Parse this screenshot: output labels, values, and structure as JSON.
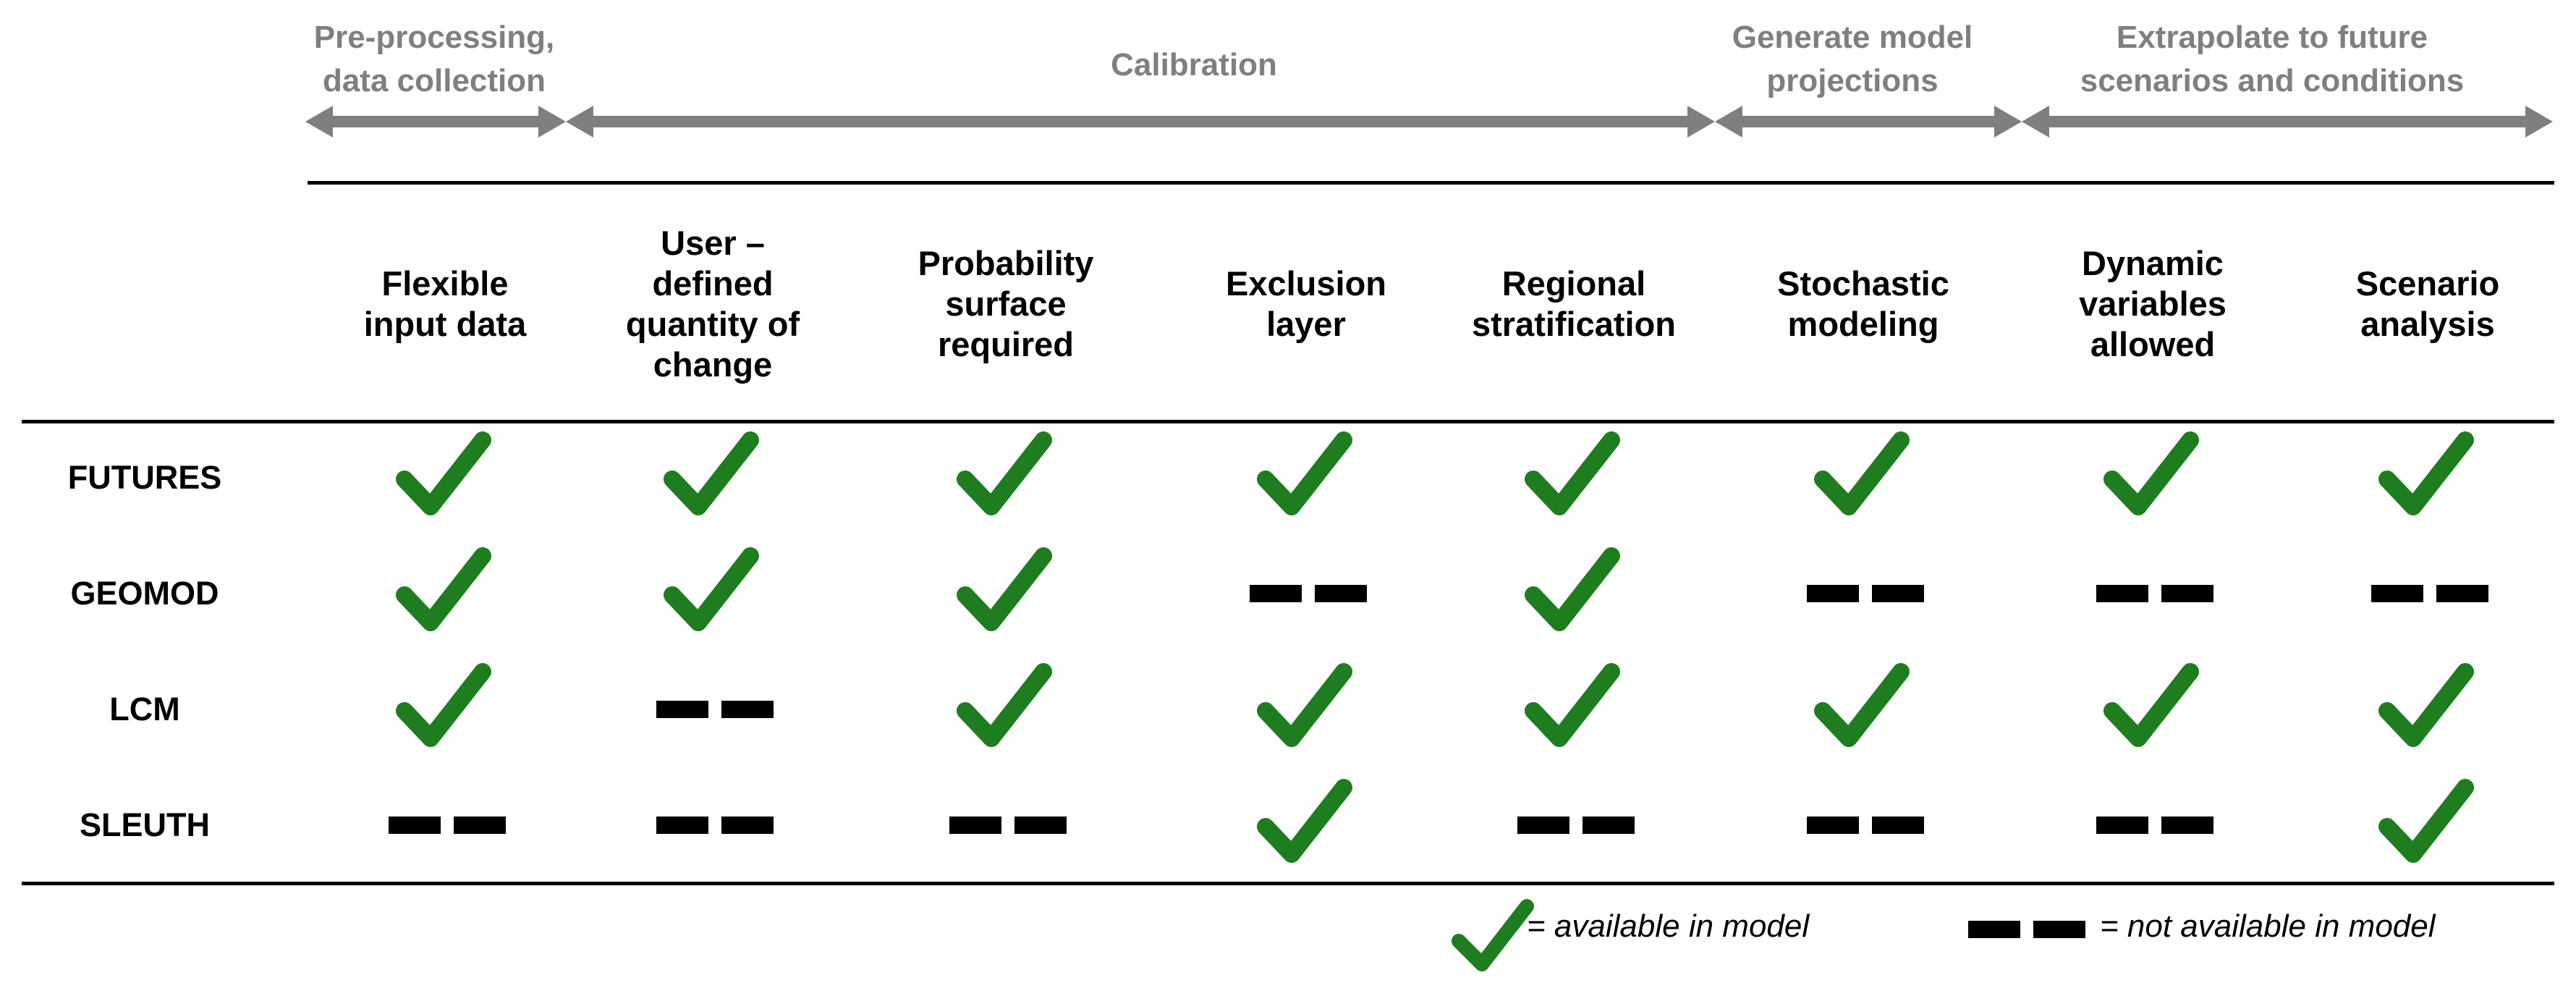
{
  "phases": [
    {
      "label": "Pre-processing,\ndata collection"
    },
    {
      "label": "Calibration"
    },
    {
      "label": "Generate model\nprojections"
    },
    {
      "label": "Extrapolate to future\nscenarios and conditions"
    }
  ],
  "columns": [
    "Flexible input data",
    "User – defined quantity of change",
    "Probability surface required",
    "Exclusion layer",
    "Regional stratification",
    "Stochastic modeling",
    "Dynamic variables allowed",
    "Scenario analysis"
  ],
  "column_lines": [
    [
      "Flexible",
      "input data"
    ],
    [
      "User –",
      "defined",
      "quantity of",
      "change"
    ],
    [
      "Probability",
      "surface",
      "required"
    ],
    [
      "Exclusion",
      "layer"
    ],
    [
      "Regional",
      "stratification"
    ],
    [
      "Stochastic",
      "modeling"
    ],
    [
      "Dynamic",
      "variables",
      "allowed"
    ],
    [
      "Scenario",
      "analysis"
    ]
  ],
  "rows": [
    {
      "model": "FUTURES",
      "available": [
        true,
        true,
        true,
        true,
        true,
        true,
        true,
        true
      ]
    },
    {
      "model": "GEOMOD",
      "available": [
        true,
        true,
        true,
        false,
        true,
        false,
        false,
        false
      ]
    },
    {
      "model": "LCM",
      "available": [
        true,
        false,
        true,
        true,
        true,
        true,
        true,
        true
      ]
    },
    {
      "model": "SLEUTH",
      "available": [
        false,
        false,
        false,
        true,
        false,
        false,
        false,
        true
      ]
    }
  ],
  "legend": {
    "available": "= available in model",
    "not_available": "= not available in model"
  },
  "colors": {
    "check": "#1e7d1e",
    "dash": "#000000",
    "arrow": "#7f7f7f",
    "phase_text": "#7f7f7f"
  },
  "icons": {
    "available": "checkmark-icon",
    "not_available": "double-dash-icon"
  }
}
